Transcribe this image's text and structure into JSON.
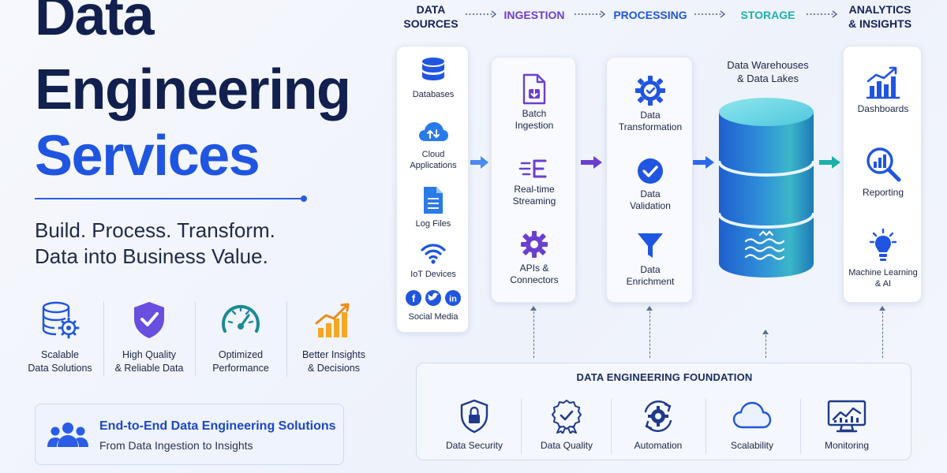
{
  "hero": {
    "line1": "Data",
    "line2": "Engineering",
    "line3": "Services",
    "tagline1": "Build. Process. Transform.",
    "tagline2": "Data into Business Value."
  },
  "features": [
    {
      "label1": "Scalable",
      "label2": "Data Solutions",
      "icon": "database-gear-icon"
    },
    {
      "label1": "High Quality",
      "label2": "& Reliable Data",
      "icon": "shield-check-icon"
    },
    {
      "label1": "Optimized",
      "label2": "Performance",
      "icon": "speedometer-icon"
    },
    {
      "label1": "Better Insights",
      "label2": "& Decisions",
      "icon": "bar-chart-trend-icon"
    }
  ],
  "e2e": {
    "title": "End-to-End Data Engineering Solutions",
    "subtitle": "From Data Ingestion to Insights",
    "icon": "team-icon"
  },
  "stages": [
    {
      "line1": "DATA",
      "line2": "SOURCES",
      "color": "#13225a"
    },
    {
      "line1": "INGESTION",
      "line2": "",
      "color": "#6a3fd0"
    },
    {
      "line1": "PROCESSING",
      "line2": "",
      "color": "#1f55e0"
    },
    {
      "line1": "STORAGE",
      "line2": "",
      "color": "#1cb0a8"
    },
    {
      "line1": "ANALYTICS",
      "line2": "& INSIGHTS",
      "color": "#13225a"
    }
  ],
  "sources": [
    {
      "label1": "Databases",
      "label2": "",
      "icon": "database-icon"
    },
    {
      "label1": "Cloud",
      "label2": "Applications",
      "icon": "cloud-icon"
    },
    {
      "label1": "Log Files",
      "label2": "",
      "icon": "file-icon"
    },
    {
      "label1": "IoT Devices",
      "label2": "",
      "icon": "wifi-icon"
    },
    {
      "label1": "Social Media",
      "label2": "",
      "icon": "social-icons"
    }
  ],
  "ingestion": [
    {
      "label1": "Batch",
      "label2": "Ingestion",
      "icon": "file-download-icon"
    },
    {
      "label1": "Real-time",
      "label2": "Streaming",
      "icon": "stream-icon"
    },
    {
      "label1": "APIs &",
      "label2": "Connectors",
      "icon": "gear-icon"
    }
  ],
  "processing": [
    {
      "label1": "Data",
      "label2": "Transformation",
      "icon": "gear-check-icon"
    },
    {
      "label1": "Data",
      "label2": "Validation",
      "icon": "check-circle-icon"
    },
    {
      "label1": "Data",
      "label2": "Enrichment",
      "icon": "funnel-icon"
    }
  ],
  "storage": {
    "label1": "Data Warehouses",
    "label2": "& Data Lakes",
    "icon": "database-cylinder-icon"
  },
  "analytics": [
    {
      "label1": "Dashboards",
      "label2": "",
      "icon": "bar-chart-icon"
    },
    {
      "label1": "Reporting",
      "label2": "",
      "icon": "magnifier-chart-icon"
    },
    {
      "label1": "Machine Learning",
      "label2": "& AI",
      "icon": "lightbulb-icon"
    }
  ],
  "foundation": {
    "title": "DATA ENGINEERING FOUNDATION",
    "items": [
      {
        "label": "Data Security",
        "icon": "lock-shield-icon"
      },
      {
        "label": "Data Quality",
        "icon": "badge-check-icon"
      },
      {
        "label": "Automation",
        "icon": "gear-cycle-icon"
      },
      {
        "label": "Scalability",
        "icon": "cloud-outline-icon"
      },
      {
        "label": "Monitoring",
        "icon": "monitor-chart-icon"
      }
    ]
  },
  "colors": {
    "navy": "#12204f",
    "blue": "#1f55e0",
    "purple": "#6a3fd0",
    "teal": "#1cb0a8",
    "orange": "#f5a623"
  }
}
